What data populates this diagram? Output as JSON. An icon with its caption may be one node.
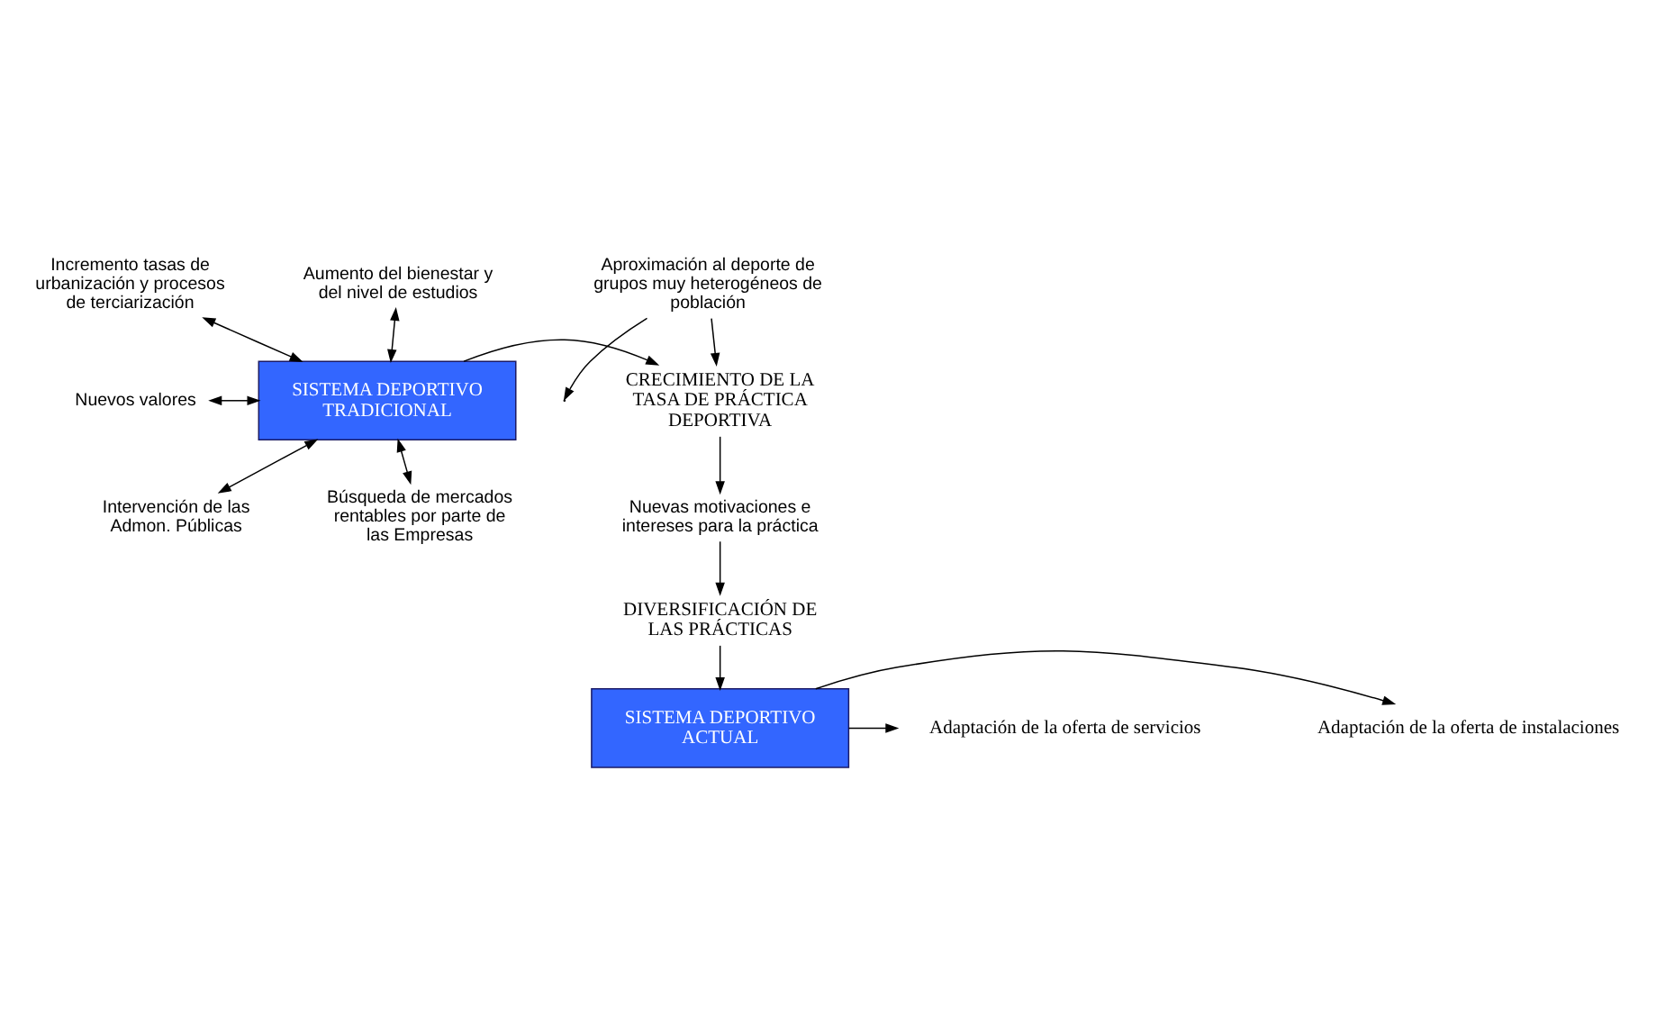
{
  "diagram": {
    "nodes": [
      {
        "text": [
          "Incremento tasas de urbanización y procesos de terciarización"
        ]
      },
      {
        "text": [
          "Aumento del bienestar y del nivel de estudios"
        ]
      },
      {
        "text": [
          "Aproximación al deporte de grupos muy heterogéneos de población"
        ]
      },
      {
        "text": [
          "SISTEMA DEPORTIVO TRADICIONAL"
        ]
      },
      {
        "text": [
          "Nuevos valores"
        ]
      },
      {
        "text": [
          "CRECIMIENTO DE LA TASA DE PRÁCTICA DEPORTIVA"
        ]
      },
      {
        "text": [
          "Búsqueda de mercados rentables por parte de las Empresas"
        ]
      },
      {
        "text": [
          "Intervención de las Admon. Públicas"
        ]
      },
      {
        "text": [
          "Nuevas motivaciones e intereses para la práctica"
        ]
      },
      {
        "text": [
          "DIVERSIFICACIÓN DE LAS PRÁCTICAS"
        ]
      },
      {
        "text": [
          "Adaptación de la oferta de servicios"
        ]
      },
      {
        "text": [
          "SISTEMA DEPORTIVO ACTUAL"
        ]
      },
      {
        "text": [
          "Adaptación de la oferta de instalaciones"
        ]
      }
    ],
    "edges": [
      {
        "from": 0,
        "to": 3,
        "arrow": "both"
      },
      {
        "from": 1,
        "to": 3,
        "arrow": "both"
      },
      {
        "from": 4,
        "to": 3,
        "arrow": "both"
      },
      {
        "from": 6,
        "to": 3,
        "arrow": "both"
      },
      {
        "from": 7,
        "to": 3,
        "arrow": "both"
      },
      {
        "from": 3,
        "to": 5,
        "arrow": "to"
      },
      {
        "from": 2,
        "to": 5,
        "arrow": "to"
      },
      {
        "from": 2,
        "to": null,
        "arrow": "to"
      },
      {
        "from": 5,
        "to": 8,
        "arrow": "to"
      },
      {
        "from": 8,
        "to": 9,
        "arrow": "to"
      },
      {
        "from": 9,
        "to": 11,
        "arrow": "to"
      },
      {
        "from": 11,
        "to": 10,
        "arrow": "to"
      },
      {
        "from": 11,
        "to": 12,
        "arrow": "to"
      }
    ]
  }
}
